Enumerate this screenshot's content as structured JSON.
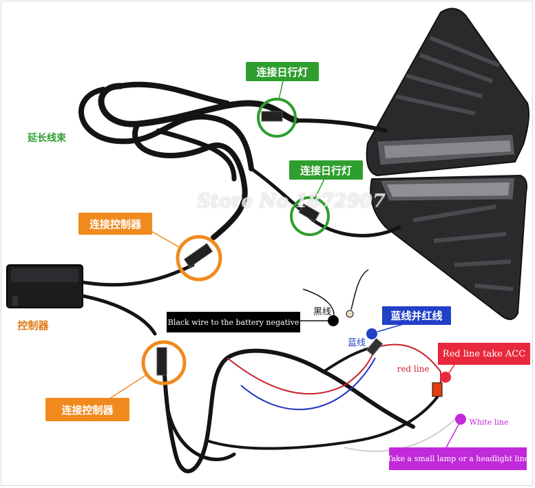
{
  "watermark": "Store No.1872907",
  "labels": {
    "connect_drl_top": "连接日行灯",
    "connect_drl_bottom": "连接日行灯",
    "extension_harness": "延长线束",
    "connect_controller_top": "连接控制器",
    "controller": "控制器",
    "connect_controller_bottom": "连接控制器",
    "black_line_cn": "黑线",
    "black_wire_en": "Black wire to the battery negative",
    "blue_line_cn": "蓝线",
    "blue_and_red_cn": "蓝线并红线",
    "red_line_take_acc": "Red line take ACC",
    "red_line": "red line",
    "white_line": "White line",
    "small_lamp": "Take a small lamp or a headlight line"
  },
  "colors": {
    "green": "#2e9e2e",
    "orange": "#f08a1e",
    "blue": "#2040c8",
    "red": "#e8283c",
    "purple": "#c02ad8",
    "black": "#000000"
  }
}
